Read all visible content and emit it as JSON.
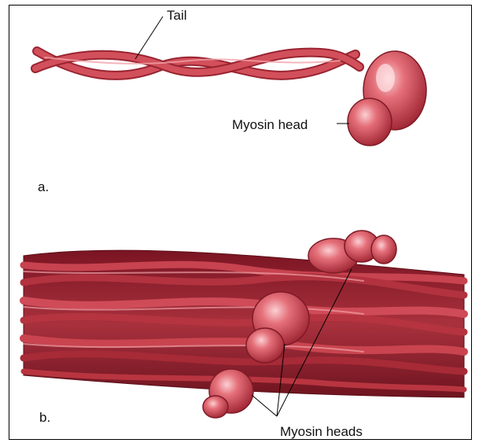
{
  "labels": {
    "tail": "Tail",
    "myosin_head": "Myosin head",
    "panel_a": "a.",
    "panel_b": "b.",
    "myosin_heads": "Myosin heads"
  },
  "colors": {
    "strand": "#c9404a",
    "strand_dark": "#8e1d28",
    "highlight": "#f4a9ae",
    "bundle": "#8a1e2b",
    "frame": "#000000"
  }
}
